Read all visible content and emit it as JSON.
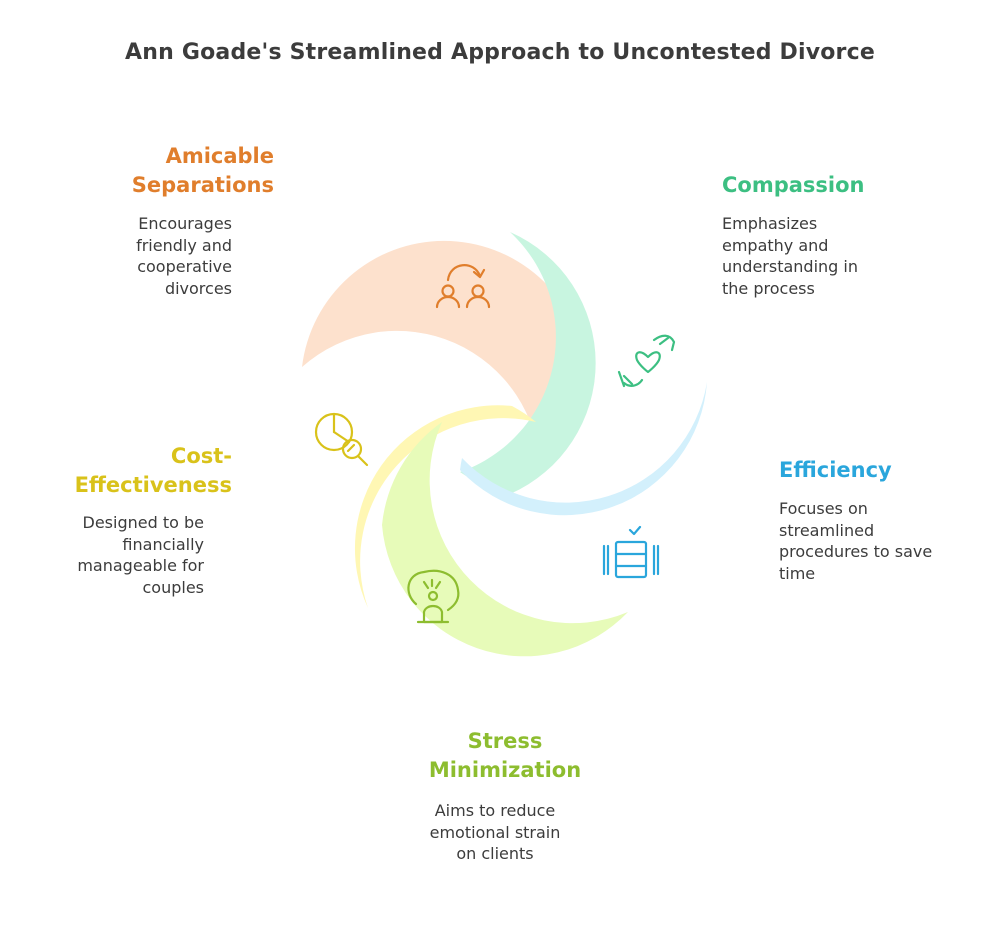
{
  "title": "Ann Goade's Streamlined Approach to Uncontested Divorce",
  "sections": {
    "amicable": {
      "heading": "Amicable Separations",
      "heading_lines": [
        "Amicable",
        "Separations"
      ],
      "description_lines": [
        "Encourages",
        "friendly and",
        "cooperative",
        "divorces"
      ],
      "accent": "#e07e2c",
      "fill": "#fde1cd",
      "icon": "people-exchange-icon"
    },
    "compassion": {
      "heading": "Compassion",
      "description_lines": [
        "Emphasizes",
        "empathy and",
        "understanding in",
        "the process"
      ],
      "accent": "#3cbf82",
      "fill": "#c8f5e0",
      "icon": "hands-heart-icon"
    },
    "efficiency": {
      "heading": "Efficiency",
      "description_lines": [
        "Focuses on",
        "streamlined",
        "procedures to save",
        "time"
      ],
      "accent": "#2aa6dc",
      "fill": "#d3f0fc",
      "icon": "server-check-icon"
    },
    "stress": {
      "heading": "Stress Minimization",
      "heading_lines": [
        "Stress",
        "Minimization"
      ],
      "description_lines": [
        "Aims to reduce",
        "emotional strain",
        "on clients"
      ],
      "accent": "#8dbd2f",
      "fill": "#e7fbb9",
      "icon": "calm-person-icon"
    },
    "cost": {
      "heading": "Cost-Effectiveness",
      "heading_lines": [
        "Cost-",
        "Effectiveness"
      ],
      "description_lines": [
        "Designed to be",
        "financially",
        "manageable for",
        "couples"
      ],
      "accent": "#d9c21a",
      "fill": "#fff7b4",
      "icon": "pie-chart-search-icon"
    }
  }
}
